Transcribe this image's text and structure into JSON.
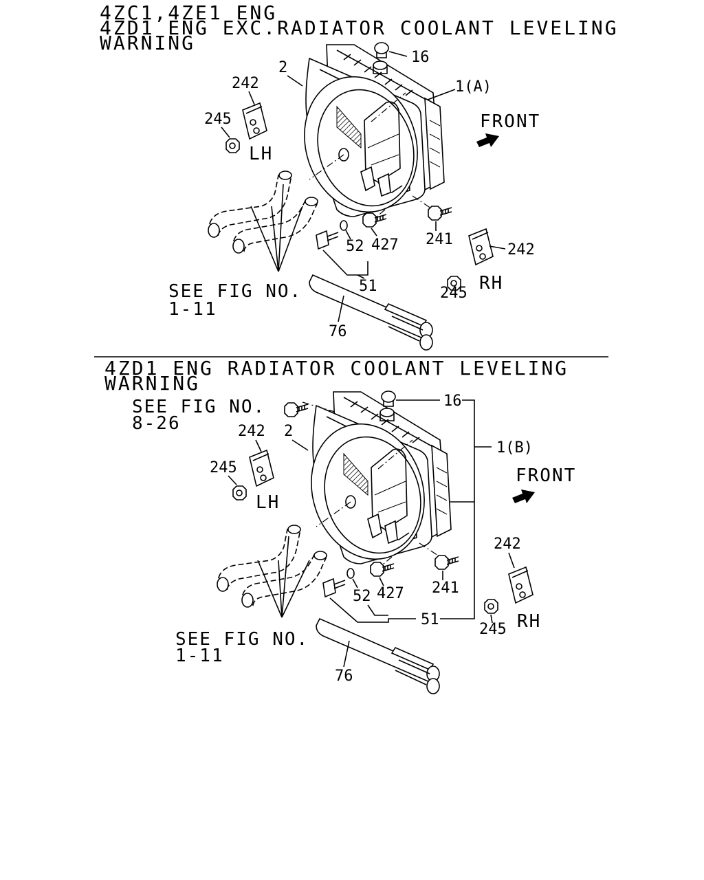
{
  "section_a": {
    "title_lines": [
      "4ZC1,4ZE1 ENG",
      "4ZD1 ENG EXC.RADIATOR COOLANT LEVELING",
      "WARNING"
    ],
    "callouts": {
      "cap": "16",
      "shroud": "2",
      "radiator": "1(A)",
      "bracket_lh": "242",
      "nut_lh": "245",
      "side_lh": "LH",
      "bolt_241": "241",
      "bolt_427": "427",
      "washer_52": "52",
      "drain_51": "51",
      "bracket_rh": "242",
      "nut_rh": "245",
      "side_rh": "RH",
      "hose_76": "76",
      "front": "FRONT"
    },
    "see_fig": [
      "SEE FIG NO.",
      "1-11"
    ]
  },
  "section_b": {
    "title_lines": [
      "4ZD1 ENG RADIATOR COOLANT LEVELING",
      "WARNING"
    ],
    "see_fig_top": [
      "SEE FIG NO.",
      "8-26"
    ],
    "callouts": {
      "cap": "16",
      "shroud": "2",
      "radiator": "1(B)",
      "bracket_lh": "242",
      "nut_lh": "245",
      "side_lh": "LH",
      "bolt_241": "241",
      "bolt_427": "427",
      "washer_52": "52",
      "drain_51": "51",
      "bracket_rh": "242",
      "nut_rh": "245",
      "side_rh": "RH",
      "hose_76": "76",
      "front": "FRONT"
    },
    "see_fig": [
      "SEE FIG NO.",
      "1-11"
    ]
  }
}
